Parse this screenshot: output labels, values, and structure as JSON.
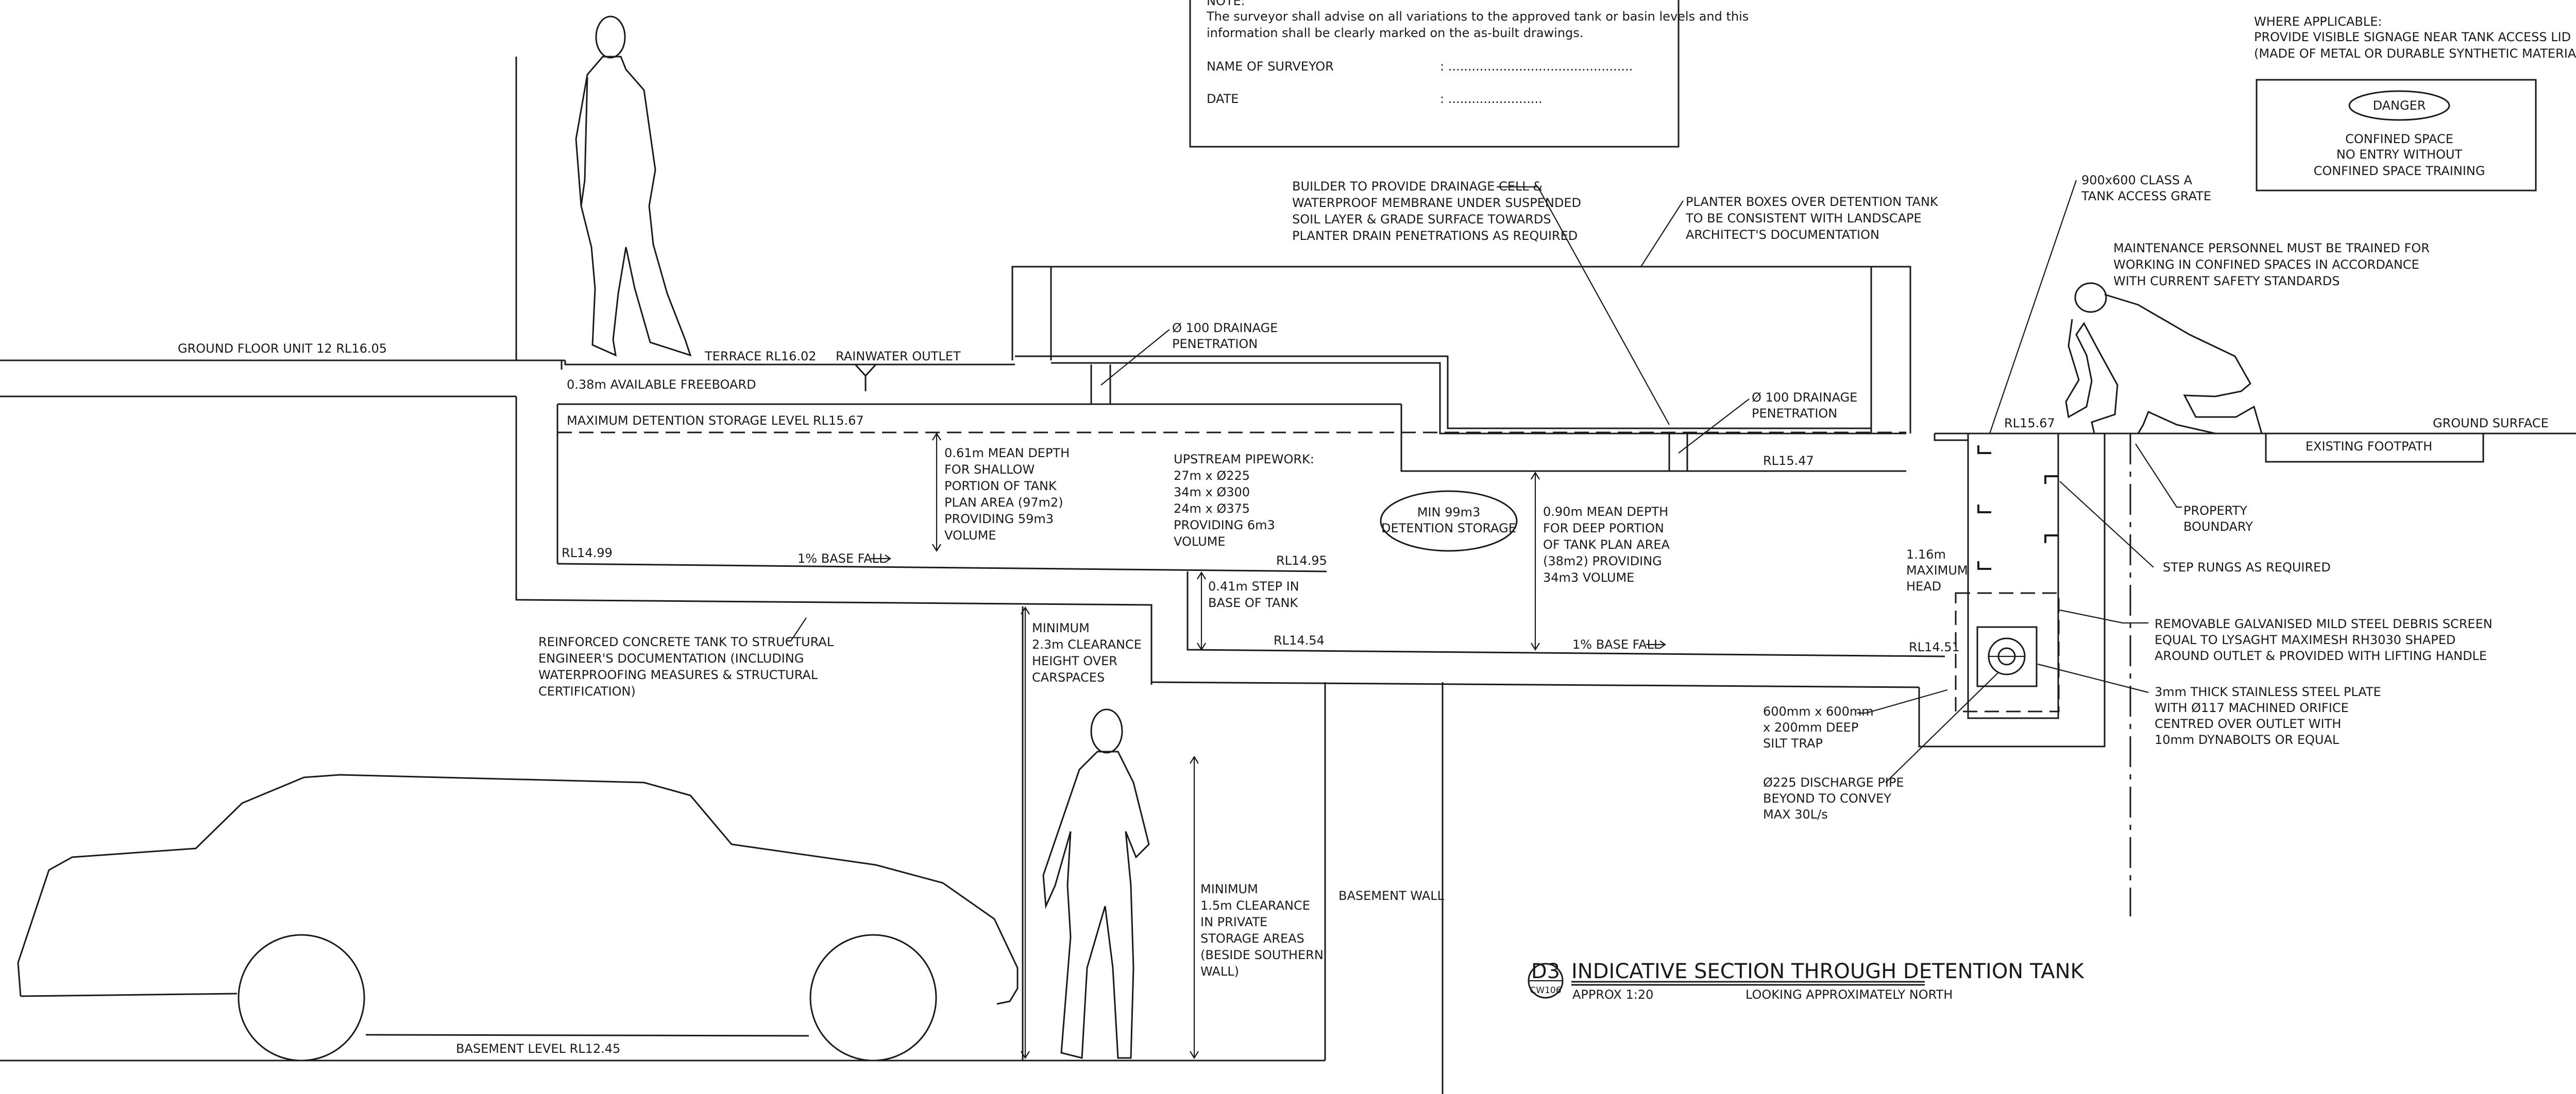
{
  "note": {
    "heading": "NOTE:",
    "line1": "The surveyor shall advise on all variations to the approved tank or basin levels and this",
    "line2": "information shall be clearly marked on the as-built drawings.",
    "surveyor_label": "NAME OF SURVEYOR",
    "surveyor_blank": ": ...............................................",
    "date_label": "DATE",
    "date_blank": ": ........................"
  },
  "signage": {
    "l1": "WHERE APPLICABLE:",
    "l2": "PROVIDE VISIBLE SIGNAGE NEAR TANK ACCESS LID",
    "l3": "(MADE OF METAL OR DURABLE SYNTHETIC MATERIAL):",
    "danger": "DANGER",
    "s1": "CONFINED SPACE",
    "s2": "NO ENTRY WITHOUT",
    "s3": "CONFINED SPACE TRAINING"
  },
  "labels": {
    "ground_floor": "GROUND FLOOR  UNIT 12 RL16.05",
    "terrace": "TERRACE RL16.02",
    "rainwater": "RAINWATER OUTLET",
    "freeboard": "0.38m AVAILABLE FREEBOARD",
    "max_det": "MAXIMUM DETENTION STORAGE LEVEL RL15.67",
    "rl1499": "RL14.99",
    "basefall1": "1% BASE FALL",
    "rl1495": "RL14.95",
    "rl1454": "RL14.54",
    "basefall2": "1% BASE FALL",
    "rl1451": "RL14.51",
    "rl1547": "RL15.47",
    "rl1567": "RL15.67",
    "ground_surface": "GROUND SURFACE",
    "footpath": "EXISTING FOOTPATH",
    "basement_level": "BASEMENT LEVEL RL12.45",
    "basement_wall": "BASEMENT WALL",
    "drainage1": [
      "Ø 100 DRAINAGE",
      "PENETRATION"
    ],
    "drainage2": [
      "Ø 100 DRAINAGE",
      "PENETRATION"
    ],
    "builder": [
      "BUILDER TO PROVIDE DRAINAGE CELL &",
      "WATERPROOF MEMBRANE UNDER SUSPENDED",
      "SOIL LAYER & GRADE SURFACE TOWARDS",
      "PLANTER DRAIN PENETRATIONS AS REQUIRED"
    ],
    "planter": [
      "PLANTER BOXES OVER DETENTION TANK",
      "TO BE CONSISTENT WITH LANDSCAPE",
      "ARCHITECT'S DOCUMENTATION"
    ],
    "grate": [
      "900x600 CLASS A",
      "TANK ACCESS GRATE"
    ],
    "maintenance": [
      "MAINTENANCE PERSONNEL MUST BE TRAINED FOR",
      "WORKING IN CONFINED SPACES IN ACCORDANCE",
      "WITH CURRENT SAFETY STANDARDS"
    ],
    "shallow": [
      "0.61m MEAN DEPTH",
      "FOR SHALLOW",
      "PORTION OF TANK",
      "PLAN AREA (97m2)",
      "PROVIDING 59m3",
      "VOLUME"
    ],
    "upstream": [
      "UPSTREAM PIPEWORK:",
      "27m x Ø225",
      "34m x Ø300",
      "24m x Ø375",
      "PROVIDING 6m3",
      "VOLUME"
    ],
    "min_storage": [
      "MIN 99m3",
      "DETENTION STORAGE"
    ],
    "deep": [
      "0.90m MEAN DEPTH",
      "FOR DEEP PORTION",
      "OF TANK PLAN AREA",
      "(38m2) PROVIDING",
      "34m3 VOLUME"
    ],
    "step": [
      "0.41m STEP IN",
      "BASE OF TANK"
    ],
    "head": [
      "1.16m",
      "MAXIMUM",
      "HEAD"
    ],
    "property": [
      "PROPERTY",
      "BOUNDARY"
    ],
    "rungs": "STEP RUNGS AS REQUIRED",
    "screen": [
      "REMOVABLE GALVANISED MILD STEEL DEBRIS SCREEN",
      "EQUAL TO LYSAGHT MAXIMESH RH3030 SHAPED",
      "AROUND OUTLET & PROVIDED WITH LIFTING HANDLE"
    ],
    "plate": [
      "3mm THICK STAINLESS STEEL PLATE",
      "WITH Ø117 MACHINED ORIFICE",
      "CENTRED OVER OUTLET WITH",
      "10mm DYNABOLTS OR EQUAL"
    ],
    "silt": [
      "600mm x 600mm",
      "x 200mm DEEP",
      "SILT TRAP"
    ],
    "discharge": [
      "Ø225 DISCHARGE PIPE",
      "BEYOND TO CONVEY",
      "MAX 30L/s"
    ],
    "concrete": [
      "REINFORCED CONCRETE TANK TO STRUCTURAL",
      "ENGINEER'S DOCUMENTATION (INCLUDING",
      "WATERPROOFING MEASURES & STRUCTURAL",
      "CERTIFICATION)"
    ],
    "clearance23": [
      "MINIMUM",
      "2.3m CLEARANCE",
      "HEIGHT OVER",
      "CARSPACES"
    ],
    "clearance15": [
      "MINIMUM",
      "1.5m CLEARANCE",
      "IN PRIVATE",
      "STORAGE AREAS",
      "(BESIDE SOUTHERN",
      "WALL)"
    ]
  },
  "title": {
    "ref": "D3",
    "sheet": "CW106",
    "text": "INDICATIVE SECTION THROUGH DETENTION TANK",
    "scale": "APPROX 1:20",
    "looking": "LOOKING APPROXIMATELY NORTH"
  }
}
